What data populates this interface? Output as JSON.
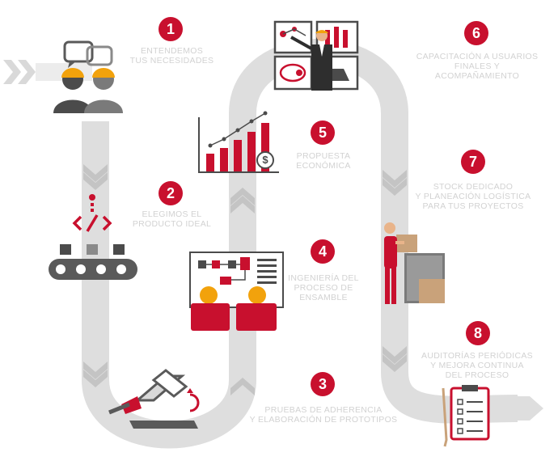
{
  "colors": {
    "accent": "#c8102e",
    "path": "#d9d9d9",
    "chevron": "#c6c6c6",
    "label_text": "#d2d2d2",
    "dark_gray": "#5a5a5a",
    "worker_body": "#4b4b4b",
    "helmet": "#f2a20c"
  },
  "steps": [
    {
      "number": "1",
      "lines": [
        "ENTENDEMOS",
        "TUS NECESIDADES"
      ],
      "icon": "workers-chat-icon"
    },
    {
      "number": "2",
      "lines": [
        "ELEGIMOS EL",
        "PRODUCTO IDEAL"
      ],
      "icon": "conveyor-sorting-icon"
    },
    {
      "number": "3",
      "lines": [
        "PRUEBAS DE ADHERENCIA",
        "Y ELABORACIÓN DE PROTOTIPOS"
      ],
      "icon": "applicator-icon"
    },
    {
      "number": "4",
      "lines": [
        "INGENIERÍA DEL",
        "PROCESO DE",
        "ENSAMBLE"
      ],
      "icon": "process-planning-icon"
    },
    {
      "number": "5",
      "lines": [
        "PROPUESTA",
        "ECONÓMICA"
      ],
      "icon": "growth-chart-icon"
    },
    {
      "number": "6",
      "lines": [
        "CAPACITACIÓN A USUARIOS",
        "FINALES Y",
        "ACOMPAÑAMIENTO"
      ],
      "icon": "training-presentation-icon"
    },
    {
      "number": "7",
      "lines": [
        "STOCK DEDICADO",
        "Y PLANEACIÓN LOGÍSTICA",
        "PARA TUS PROYECTOS"
      ],
      "icon": "warehouse-worker-icon"
    },
    {
      "number": "8",
      "lines": [
        "AUDITORÍAS PERIÓDICAS",
        "Y MEJORA CONTINUA",
        "DEL PROCESO"
      ],
      "icon": "checklist-clipboard-icon"
    }
  ]
}
